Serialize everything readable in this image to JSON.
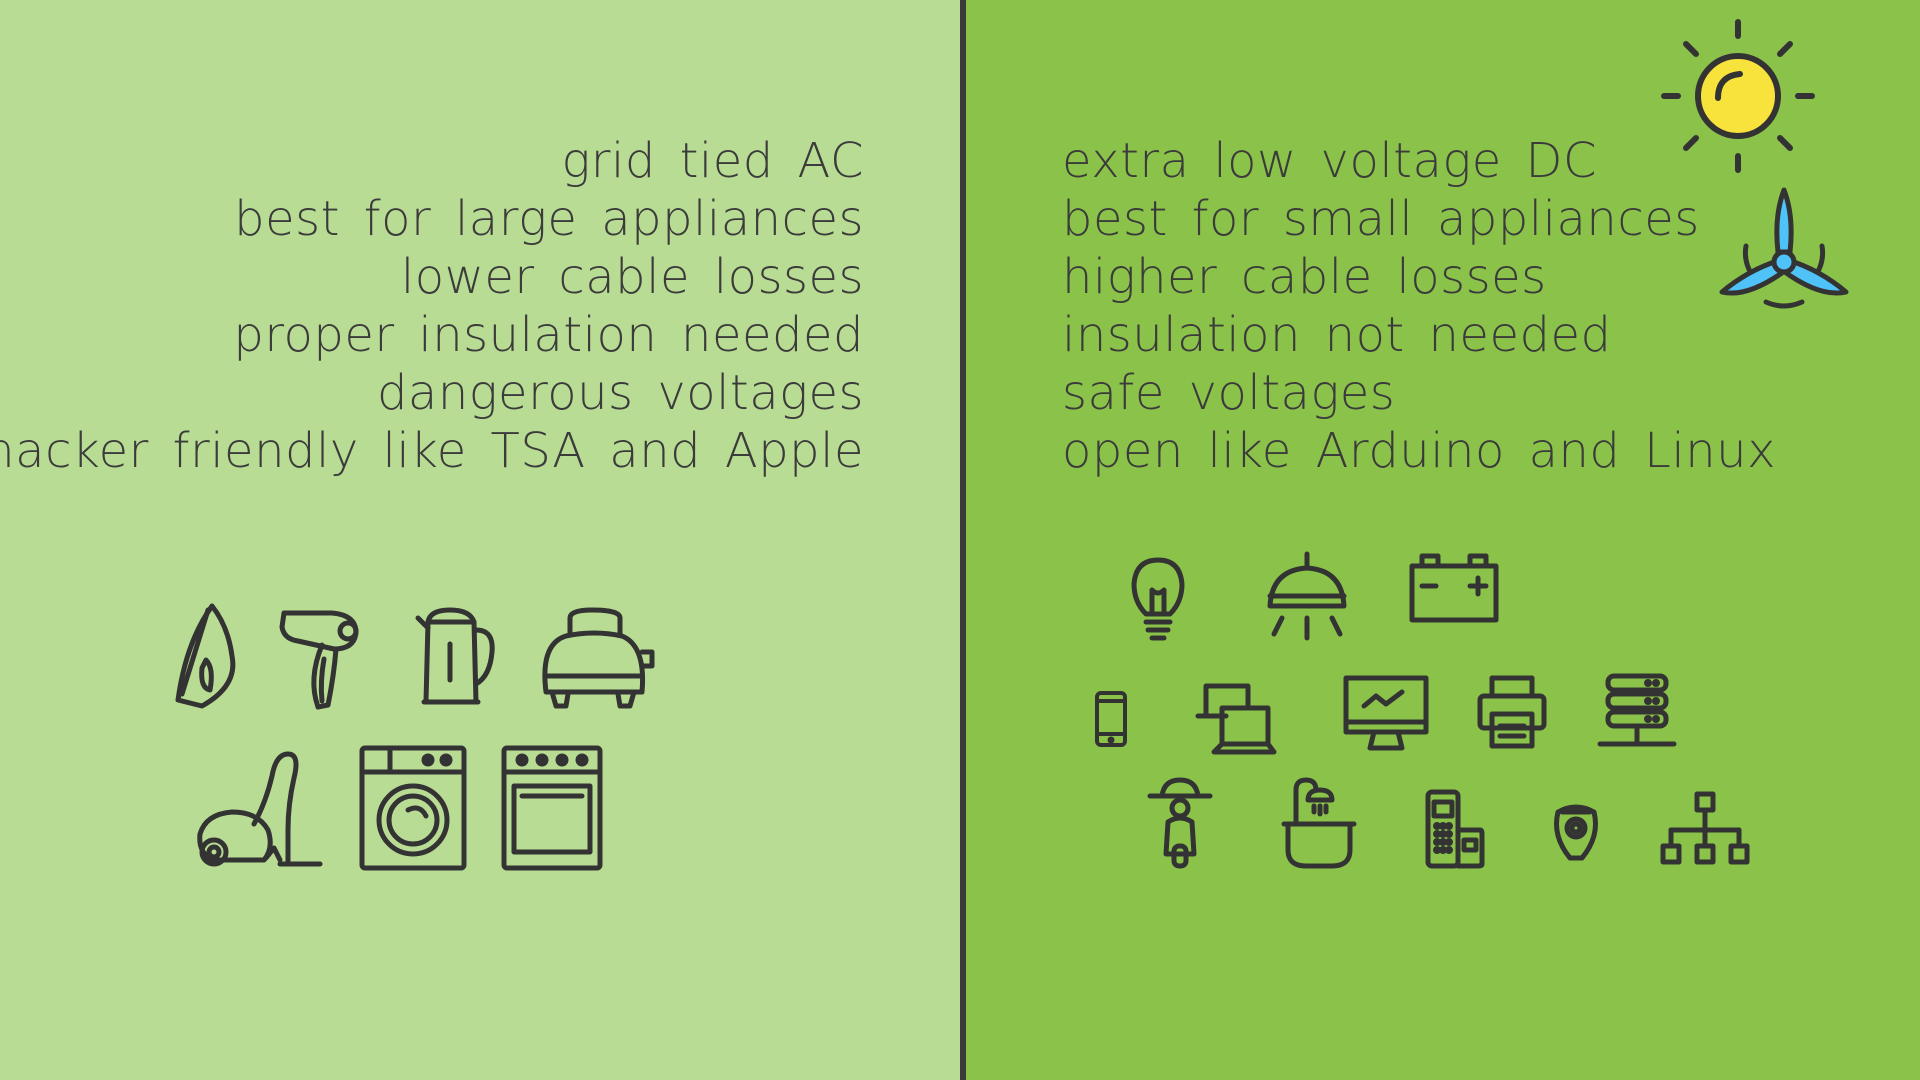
{
  "colors": {
    "left_background": "#b8dc93",
    "right_background": "#8bc34a",
    "divider": "#3a3a3a",
    "text": "#3b3b3b",
    "icon_stroke": "#333333",
    "sun_fill": "#f7e33b",
    "turbine_blade_fill": "#4fc3f7"
  },
  "left_panel": {
    "lines": [
      "grid tied AC",
      "best for large appliances",
      "lower cable losses",
      "proper insulation needed",
      "dangerous voltages",
      "hacker friendly like TSA and Apple"
    ],
    "icons": [
      "clothes-iron-icon",
      "hair-dryer-icon",
      "electric-kettle-icon",
      "toaster-icon",
      "vacuum-cleaner-icon",
      "washing-machine-icon",
      "oven-icon"
    ]
  },
  "right_panel": {
    "lines": [
      "extra low voltage DC",
      "best for small appliances",
      "higher cable losses",
      "insulation not needed",
      "safe voltages",
      "open like Arduino and Linux"
    ],
    "icons": [
      "sun-icon",
      "wind-turbine-icon",
      "light-bulb-icon",
      "ceiling-lamp-icon",
      "car-battery-icon",
      "smartphone-icon",
      "laptops-icon",
      "monitor-icon",
      "printer-icon",
      "server-rack-icon",
      "scooter-icon",
      "bathtub-shower-icon",
      "cordless-phone-icon",
      "epilator-icon",
      "network-hierarchy-icon"
    ]
  }
}
